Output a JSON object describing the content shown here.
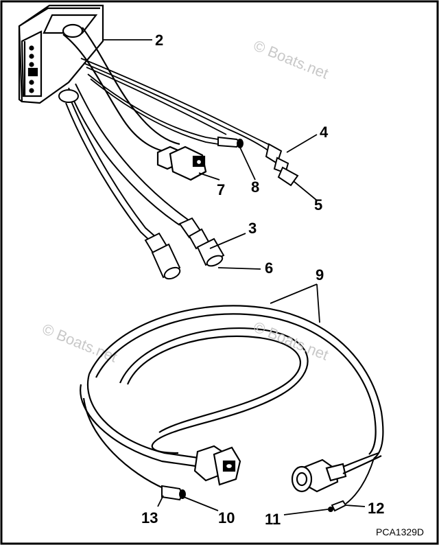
{
  "callouts": {
    "c2": "2",
    "c3": "3",
    "c4": "4",
    "c5": "5",
    "c6": "6",
    "c7": "7",
    "c8": "8",
    "c9": "9",
    "c10": "10",
    "c11": "11",
    "c12": "12",
    "c13": "13"
  },
  "watermark": {
    "top": "© Boats.net",
    "middle": "© Boats.net",
    "left": "© Boats.net"
  },
  "drawing_code": "PCA1329D"
}
